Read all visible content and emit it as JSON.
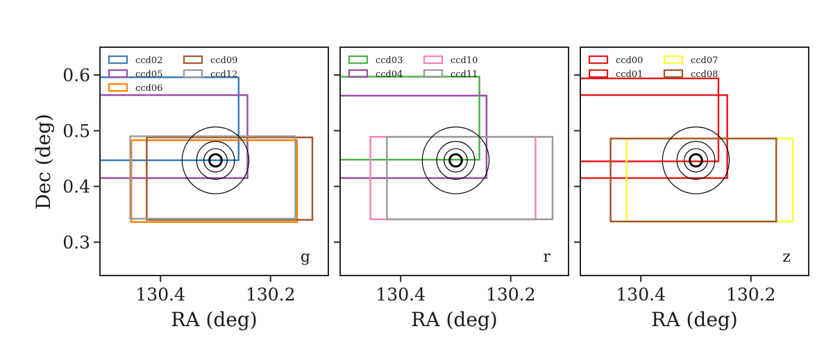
{
  "chart_data": {
    "type": "panels",
    "ylabel": "Dec (deg)",
    "ylim": [
      0.24,
      0.65
    ],
    "yticks": [
      0.3,
      0.4,
      0.5,
      0.6
    ],
    "xticks": [
      130.4,
      130.2
    ],
    "xlim": [
      130.51,
      130.095
    ],
    "circles": {
      "center": [
        130.3,
        0.4468
      ],
      "radii": [
        0.06,
        0.034,
        0.021,
        0.011
      ],
      "stroke_colors": [
        "#000000",
        "#000000",
        "#000000",
        "#000000"
      ],
      "thick_index": 3
    },
    "panels": [
      {
        "band": "g",
        "xlabel": "RA (deg)",
        "ccds": [
          {
            "name": "ccd02",
            "color": "#377eb8",
            "ra": [
              130.52,
              130.258
            ],
            "dec": [
              0.447,
              0.596
            ]
          },
          {
            "name": "ccd05",
            "color": "#984ea3",
            "ra": [
              130.52,
              130.242
            ],
            "dec": [
              0.415,
              0.564
            ]
          },
          {
            "name": "ccd06",
            "color": "#ff7f00",
            "ra": [
              130.453,
              130.152
            ],
            "dec": [
              0.336,
              0.483
            ]
          },
          {
            "name": "ccd09",
            "color": "#a65628",
            "ra": [
              130.425,
              130.124
            ],
            "dec": [
              0.34,
              0.488
            ]
          },
          {
            "name": "ccd12",
            "color": "#999999",
            "ra": [
              130.455,
              130.155
            ],
            "dec": [
              0.342,
              0.49
            ]
          }
        ]
      },
      {
        "band": "r",
        "xlabel": "RA (deg)",
        "ccds": [
          {
            "name": "ccd03",
            "color": "#4daf4a",
            "ra": [
              130.52,
              130.257
            ],
            "dec": [
              0.448,
              0.597
            ]
          },
          {
            "name": "ccd04",
            "color": "#984ea3",
            "ra": [
              130.52,
              130.244
            ],
            "dec": [
              0.415,
              0.563
            ]
          },
          {
            "name": "ccd10",
            "color": "#f781bf",
            "ra": [
              130.455,
              130.155
            ],
            "dec": [
              0.341,
              0.489
            ]
          },
          {
            "name": "ccd11",
            "color": "#999999",
            "ra": [
              130.425,
              130.124
            ],
            "dec": [
              0.341,
              0.489
            ]
          }
        ]
      },
      {
        "band": "z",
        "xlabel": "RA (deg)",
        "ccds": [
          {
            "name": "ccd00",
            "color": "#e41a1c",
            "ra": [
              130.52,
              130.259
            ],
            "dec": [
              0.445,
              0.594
            ]
          },
          {
            "name": "ccd01",
            "color": "#e41a1c",
            "ra": [
              130.52,
              130.243
            ],
            "dec": [
              0.415,
              0.564
            ]
          },
          {
            "name": "ccd07",
            "color": "#ffff33",
            "ra": [
              130.426,
              130.124
            ],
            "dec": [
              0.337,
              0.486
            ]
          },
          {
            "name": "ccd08",
            "color": "#a65628",
            "ra": [
              130.455,
              130.154
            ],
            "dec": [
              0.337,
              0.486
            ]
          }
        ]
      }
    ]
  }
}
